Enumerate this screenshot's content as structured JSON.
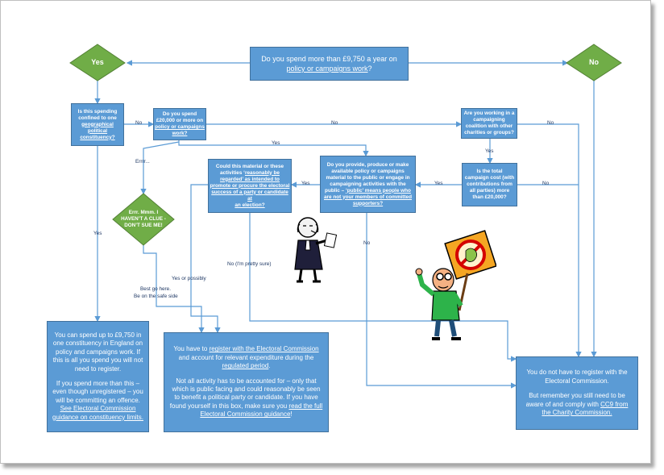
{
  "start": {
    "line1": "Do you spend more than £9,750 a year on",
    "line2": "policy or campaigns work",
    "line2_suffix": "?"
  },
  "yes_diamond": "Yes",
  "no_diamond": "No",
  "q_geo": {
    "line1": "Is this spending",
    "line2": "confined to one",
    "line3": "geographical",
    "line4": "political",
    "line5": "constituency?"
  },
  "q_20k": {
    "line1": "Do you spend",
    "line2": "£20,000 or more on",
    "line3": "policy or campaigns",
    "line4": "work?"
  },
  "q_coalition": {
    "line1": "Are you working in a",
    "line2": "campaigning",
    "line3": "coalition with other",
    "line4": "charities or groups?"
  },
  "q_total": {
    "line1": "Is the total",
    "line2": "campaign cost (with",
    "line3": "contributions from",
    "line4": "all parties) more",
    "line5": "than £20,000?"
  },
  "q_material": {
    "line1": "Do you provide, produce or make",
    "line2": "available policy or campaigns",
    "line3": "material to the public or engage in",
    "line4": "campaigning activities with the",
    "line5_a": "public – ",
    "line5_b": "‘public’ means people who",
    "line6": "are not your members of committed",
    "line7": "supporters?"
  },
  "q_regarded": {
    "line1": "Could this material or these",
    "line2_a": "activities ‘",
    "line2_b": "reasonably be",
    "line3": "regarded’ as intended to",
    "line4": "promote or procure the electoral",
    "line5": "success of a party or candidate at",
    "line6": "an election?"
  },
  "err_diamond": {
    "line1": "Errr. Mmm. I",
    "line2": "HAVEN’T A CLUE -",
    "line3": "DON’T SUE ME!"
  },
  "labels": {
    "no_geo_20k": "No",
    "no_20k_coal": "No",
    "no_coal_right": "No",
    "yes_coal_total": "Yes",
    "no_total_right": "No",
    "yes_total_material": "Yes",
    "yes_20k_material": "Yes",
    "yes_material_regarded": "Yes",
    "errr": "Errrr...",
    "yes_geo_down": "Yes",
    "best_go_1": "Best go here.",
    "best_go_2": "Be on the safe side",
    "yes_or_possibly": "Yes or possibly",
    "no_pretty_sure": "No (I'm pretty sure)",
    "no_material_down": "No"
  },
  "box_left": {
    "p1": "You can spend up to £9,750 in one constituency in England on policy and campaigns work. If this is all you spend you will not need to register.",
    "p2": "If you spend more than this – even though unregistered – you will be committing an offence.",
    "link1": "See Electoral Commission",
    "link2": "guidance on constituency limits."
  },
  "box_middle": {
    "p1_a": "You have to ",
    "p1_link": "register with the Electoral Commission",
    "p1_b": " and account for relevant expenditure during the ",
    "p1_link2": "regulated period",
    "p1_c": ".",
    "p2_a": "Not all activity has to be accounted for – only that which is public facing and could reasonably be seen to benefit a political party or candidate. If you have found yourself in this box, make sure you ",
    "p2_link": "read the full Electoral Commission guidance",
    "p2_c": "!"
  },
  "box_right": {
    "p1": "You do not have to register with the Electoral Commission.",
    "p2_a": "But remember you still need to be aware of and comply with ",
    "p2_link": "CC9 from the Charity Commission."
  },
  "colors": {
    "box": "#5b9bd5",
    "box_border": "#41719c",
    "diamond": "#70ad47",
    "line": "#5b9bd5"
  }
}
